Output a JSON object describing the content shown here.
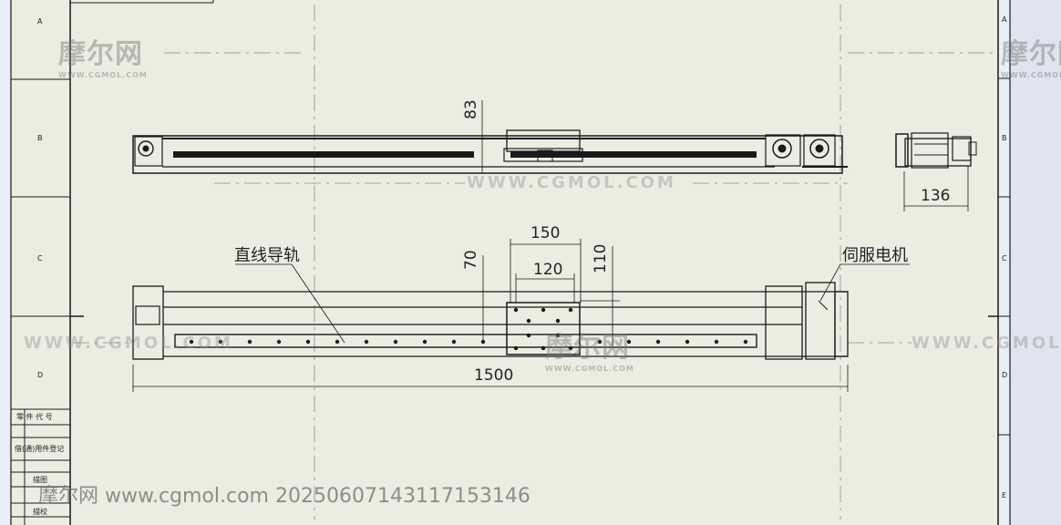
{
  "drawing": {
    "zones_left": [
      "A",
      "B",
      "C",
      "D"
    ],
    "zones_right": [
      "A",
      "B",
      "C",
      "D",
      "E"
    ],
    "title_block": {
      "part_code": "零 件 代 号",
      "used_on": "借(通)用件登记",
      "traced_by": "描图",
      "checked_by": "描校"
    },
    "callouts": {
      "linear_guide": "直线导轨",
      "servo_motor": "伺服电机"
    },
    "dimensions": {
      "top_height": "83",
      "side_width": "136",
      "carriage_outer": "150",
      "carriage_inner": "120",
      "offset_70": "70",
      "offset_110": "110",
      "total_length": "1500"
    }
  },
  "watermarks": {
    "logo": "摩尔网",
    "sub": "WWW.CGMOL.COM",
    "url": "WWW.CGMOL.COM",
    "url_left": "WWW.CGMOL.COM",
    "url_right": "WWW.CGMOL.COM",
    "footer": "摩尔网 www.cgmol.com 20250607143117153146"
  },
  "colors": {
    "paper": "#ecede1",
    "line": "#1a1a1a",
    "centerline": "#8a8a8a",
    "background": "#eaeef6"
  }
}
